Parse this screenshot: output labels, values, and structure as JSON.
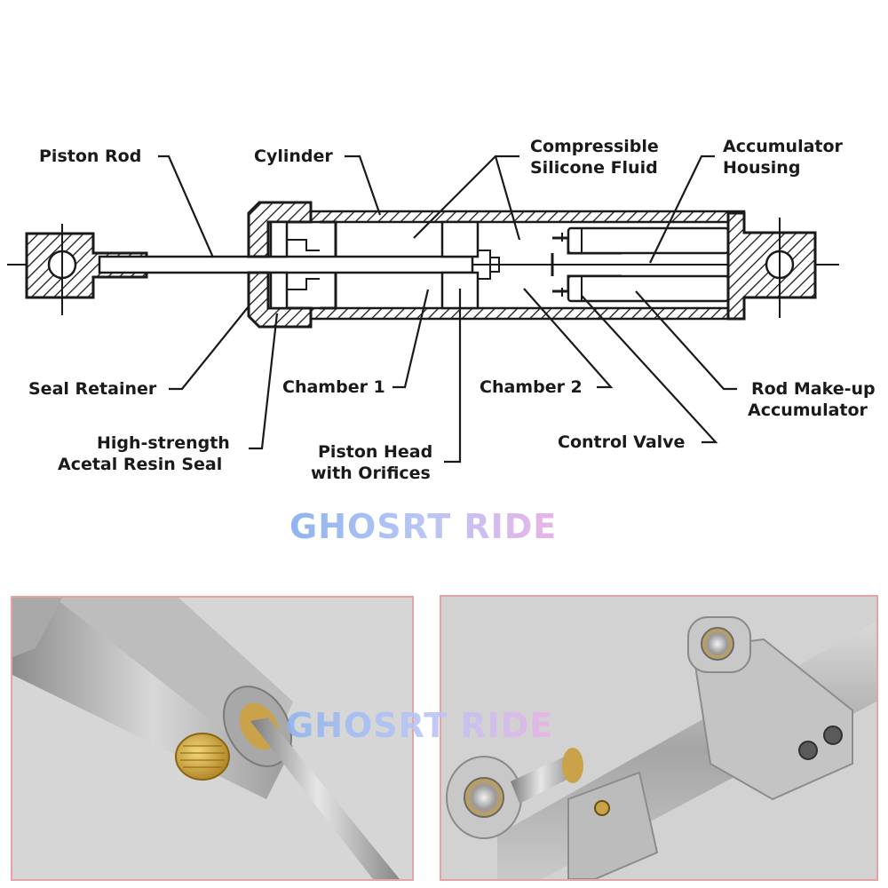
{
  "diagram": {
    "labels": {
      "piston_rod": "Piston Rod",
      "cylinder": "Cylinder",
      "compressible_1": "Compressible",
      "compressible_2": "Silicone Fluid",
      "accumulator_1": "Accumulator",
      "accumulator_2": "Housing",
      "seal_retainer": "Seal Retainer",
      "chamber_1": "Chamber 1",
      "chamber_2": "Chamber 2",
      "rod_makeup_1": "Rod Make-up",
      "rod_makeup_2": "Accumulator",
      "high_strength_1": "High-strength",
      "high_strength_2": "Acetal Resin Seal",
      "control_valve": "Control Valve",
      "piston_head_1": "Piston Head",
      "piston_head_2": "with Orifices"
    }
  },
  "watermark": {
    "text": "GHOSRT RIDE",
    "colors": [
      "#8fb4ef",
      "#b9c6f5",
      "#e9b3e6"
    ]
  },
  "photos": {
    "border_color": "#e7a3a3",
    "left_body_color": "#b5b5b5",
    "knob_color": "#d4a83a",
    "right_body_color": "#b8b8b8"
  }
}
